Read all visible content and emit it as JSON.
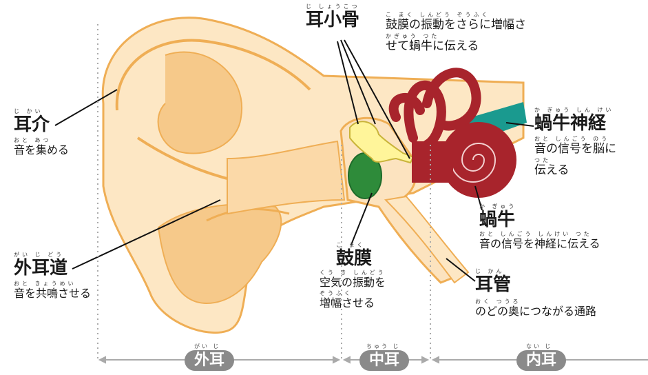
{
  "labels": {
    "ossicles": {
      "ruby": "じ しょうこつ",
      "title": "耳小骨"
    },
    "ossicles_desc": {
      "ruby": "こ まく しんどう ぞうふく",
      "line1": "鼓膜の振動をさらに増幅さ",
      "ruby2": "かぎゅう つた",
      "line2": "せて蝸牛に伝える"
    },
    "auricle": {
      "ruby": "じ かい",
      "title": "耳介",
      "desc_ruby": "おと あつ",
      "desc": "音を集める"
    },
    "ear_canal": {
      "ruby": "がい じ どう",
      "title": "外耳道",
      "desc_ruby": "おと きょうめい",
      "desc": "音を共鳴させる"
    },
    "eardrum": {
      "ruby": "こ まく",
      "title": "鼓膜",
      "desc_ruby1": "くう き しんどう",
      "desc1": "空気の振動を",
      "desc_ruby2": "ぞうふく",
      "desc2": "増幅させる"
    },
    "cochlear_nerve": {
      "ruby": "か ぎゅう しん けい",
      "title": "蝸牛神経",
      "desc_ruby1": "おと しんごう のう",
      "desc1": "音の信号を脳に",
      "desc_ruby2": "つた",
      "desc2": "伝える"
    },
    "cochlea": {
      "ruby": "か ぎゅう",
      "title": "蝸牛",
      "desc_ruby": "おと しんごう しんけい つた",
      "desc": "音の信号を神経に伝える"
    },
    "eustachian": {
      "ruby": "じ かん",
      "title": "耳管",
      "desc_ruby": "おく つうろ",
      "desc": "のどの奥につながる通路"
    }
  },
  "sections": {
    "outer": {
      "ruby": "がい じ",
      "label": "外耳"
    },
    "middle": {
      "ruby": "ちゅう じ",
      "label": "中耳"
    },
    "inner": {
      "ruby": "ない じ",
      "label": "内耳"
    }
  },
  "colors": {
    "skin_light": "#fde7c4",
    "skin_mid": "#f6c98a",
    "skin_outline": "#efae55",
    "ossicle": "#fff59a",
    "eardrum": "#2e8b3a",
    "cochlea": "#a8242c",
    "nerve": "#1a9a8f",
    "guide": "#aaaaaa"
  }
}
